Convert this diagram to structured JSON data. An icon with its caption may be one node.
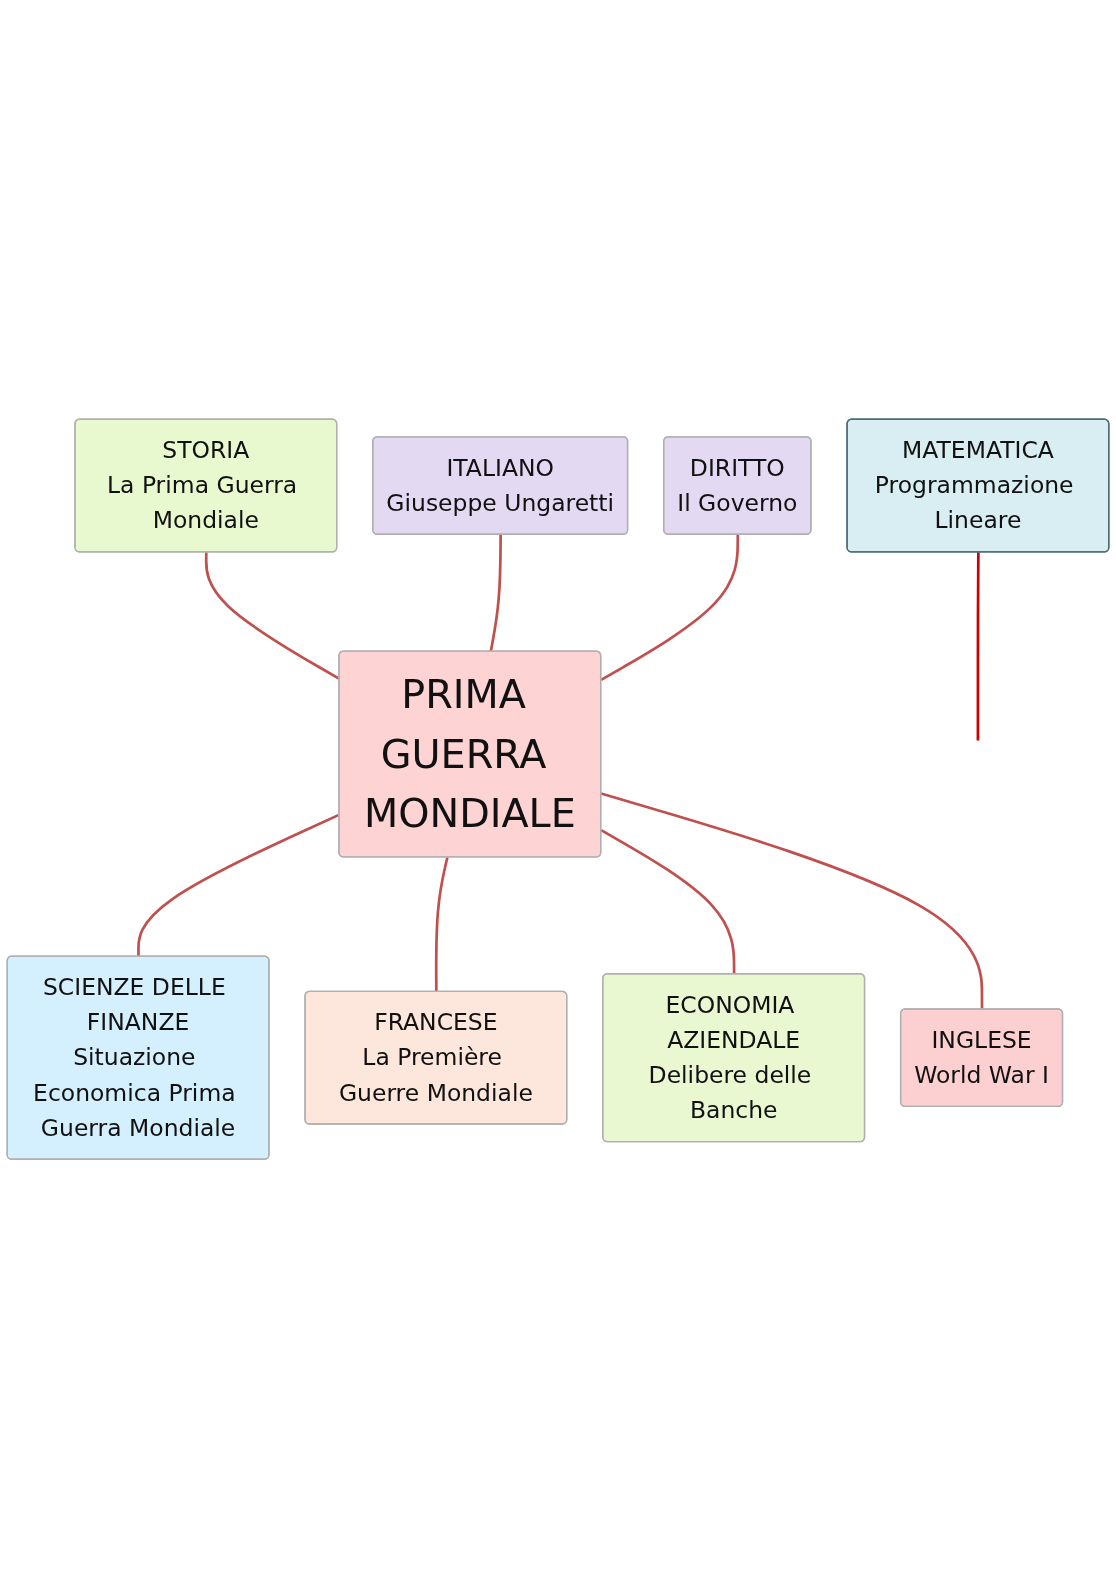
{
  "diagram": {
    "nodes": [
      {
        "text": [
          "STORIA",
          "La Prima Guerra Mondiale"
        ]
      },
      {
        "text": [
          "ITALIANO",
          "Giuseppe Ungaretti"
        ]
      },
      {
        "text": [
          "PRIMA GUERRA MONDIALE"
        ]
      },
      {
        "text": [
          "DIRITTO",
          "Il Governo"
        ]
      },
      {
        "text": [
          "SCIENZE DELLE FINANZE",
          "Situazione Economica Prima Guerra Mondiale"
        ]
      },
      {
        "text": [
          "FRANCESE",
          "La Première Guerre Mondiale"
        ]
      },
      {
        "text": [
          "ECONOMIA AZIENDALE",
          "Delibere delle Banche"
        ]
      },
      {
        "text": [
          "INGLESE",
          "World War I"
        ]
      },
      {
        "text": [
          "MATEMATICA",
          "Programmazione Lineare"
        ]
      }
    ],
    "edges": [
      {
        "from": 0,
        "to": 2,
        "arrow": "none"
      },
      {
        "from": 1,
        "to": 2,
        "arrow": "none"
      },
      {
        "from": 3,
        "to": 2,
        "arrow": "none"
      },
      {
        "from": 2,
        "to": 4,
        "arrow": "none"
      },
      {
        "from": 2,
        "to": 5,
        "arrow": "none"
      },
      {
        "from": 2,
        "to": 6,
        "arrow": "none"
      },
      {
        "from": 2,
        "to": 7,
        "arrow": "none"
      },
      {
        "from": 8,
        "to": null,
        "arrow": "none",
        "color": "#cc0000"
      }
    ]
  }
}
